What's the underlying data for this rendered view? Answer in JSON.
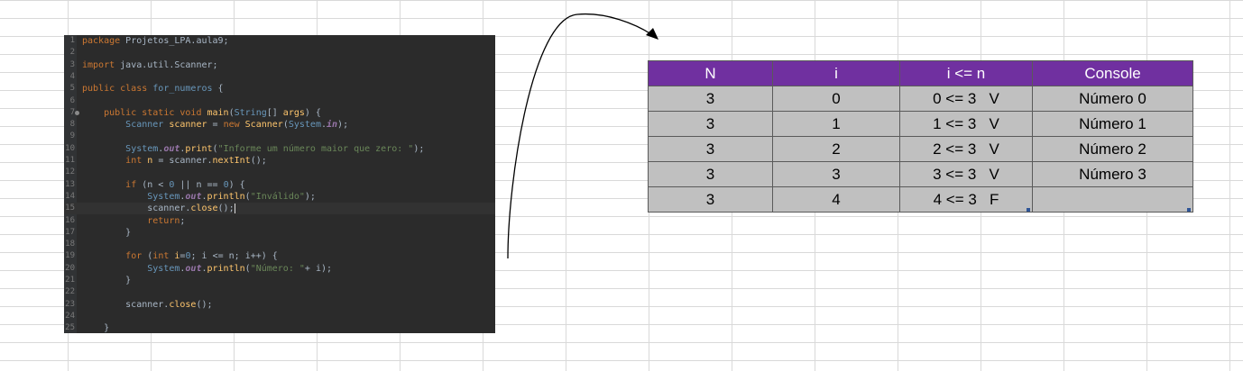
{
  "code": {
    "lines": [
      {
        "n": "1",
        "tokens": [
          [
            "kw",
            "package "
          ],
          [
            "plain",
            "Projetos_LPA.aula9;"
          ]
        ]
      },
      {
        "n": "2",
        "tokens": []
      },
      {
        "n": "3",
        "tokens": [
          [
            "kw",
            "import "
          ],
          [
            "plain",
            "java.util.Scanner;"
          ]
        ]
      },
      {
        "n": "4",
        "tokens": []
      },
      {
        "n": "5",
        "tokens": [
          [
            "kw",
            "public class "
          ],
          [
            "ty",
            "for_numeros "
          ],
          [
            "plain",
            "{"
          ]
        ]
      },
      {
        "n": "6",
        "tokens": []
      },
      {
        "n": "7",
        "marker": true,
        "tokens": [
          [
            "plain",
            "    "
          ],
          [
            "kw",
            "public static void "
          ],
          [
            "fn",
            "main"
          ],
          [
            "plain",
            "("
          ],
          [
            "ty",
            "String"
          ],
          [
            "plain",
            "[] "
          ],
          [
            "fn",
            "args"
          ],
          [
            "plain",
            ") {"
          ]
        ]
      },
      {
        "n": "8",
        "tokens": [
          [
            "plain",
            "        "
          ],
          [
            "ty",
            "Scanner "
          ],
          [
            "fn",
            "scanner "
          ],
          [
            "plain",
            "= "
          ],
          [
            "kw",
            "new "
          ],
          [
            "fn",
            "Scanner"
          ],
          [
            "plain",
            "("
          ],
          [
            "ty",
            "System"
          ],
          [
            "plain",
            "."
          ],
          [
            "fld",
            "in"
          ],
          [
            "plain",
            ");"
          ]
        ]
      },
      {
        "n": "9",
        "tokens": []
      },
      {
        "n": "10",
        "tokens": [
          [
            "plain",
            "        "
          ],
          [
            "ty",
            "System"
          ],
          [
            "plain",
            "."
          ],
          [
            "fld",
            "out"
          ],
          [
            "plain",
            "."
          ],
          [
            "fn",
            "print"
          ],
          [
            "plain",
            "("
          ],
          [
            "st",
            "\"Informe um número maior que zero: \""
          ],
          [
            "plain",
            ");"
          ]
        ]
      },
      {
        "n": "11",
        "tokens": [
          [
            "plain",
            "        "
          ],
          [
            "kw",
            "int "
          ],
          [
            "fn",
            "n "
          ],
          [
            "plain",
            "= scanner."
          ],
          [
            "fn",
            "nextInt"
          ],
          [
            "plain",
            "();"
          ]
        ]
      },
      {
        "n": "12",
        "tokens": []
      },
      {
        "n": "13",
        "tokens": [
          [
            "plain",
            "        "
          ],
          [
            "kw",
            "if "
          ],
          [
            "plain",
            "(n < "
          ],
          [
            "num",
            "0"
          ],
          [
            "plain",
            " || n == "
          ],
          [
            "num",
            "0"
          ],
          [
            "plain",
            ") {"
          ]
        ]
      },
      {
        "n": "14",
        "tokens": [
          [
            "plain",
            "            "
          ],
          [
            "ty",
            "System"
          ],
          [
            "plain",
            "."
          ],
          [
            "fld",
            "out"
          ],
          [
            "plain",
            "."
          ],
          [
            "fn",
            "println"
          ],
          [
            "plain",
            "("
          ],
          [
            "st",
            "\"Inválido\""
          ],
          [
            "plain",
            ");"
          ]
        ]
      },
      {
        "n": "15",
        "current": true,
        "tokens": [
          [
            "plain",
            "            scanner."
          ],
          [
            "fn",
            "close"
          ],
          [
            "plain",
            "();"
          ]
        ]
      },
      {
        "n": "16",
        "tokens": [
          [
            "plain",
            "            "
          ],
          [
            "kw",
            "return"
          ],
          [
            "plain",
            ";"
          ]
        ]
      },
      {
        "n": "17",
        "tokens": [
          [
            "plain",
            "        }"
          ]
        ]
      },
      {
        "n": "18",
        "tokens": []
      },
      {
        "n": "19",
        "tokens": [
          [
            "plain",
            "        "
          ],
          [
            "kw",
            "for "
          ],
          [
            "plain",
            "("
          ],
          [
            "kw",
            "int "
          ],
          [
            "fn",
            "i"
          ],
          [
            "plain",
            "="
          ],
          [
            "num",
            "0"
          ],
          [
            "plain",
            "; i <= n; i++) {"
          ]
        ]
      },
      {
        "n": "20",
        "tokens": [
          [
            "plain",
            "            "
          ],
          [
            "ty",
            "System"
          ],
          [
            "plain",
            "."
          ],
          [
            "fld",
            "out"
          ],
          [
            "plain",
            "."
          ],
          [
            "fn",
            "println"
          ],
          [
            "plain",
            "("
          ],
          [
            "st",
            "\"Número: \""
          ],
          [
            "plain",
            "+ i);"
          ]
        ]
      },
      {
        "n": "21",
        "tokens": [
          [
            "plain",
            "        }"
          ]
        ]
      },
      {
        "n": "22",
        "tokens": []
      },
      {
        "n": "23",
        "tokens": [
          [
            "plain",
            "        scanner."
          ],
          [
            "fn",
            "close"
          ],
          [
            "plain",
            "();"
          ]
        ]
      },
      {
        "n": "24",
        "tokens": []
      },
      {
        "n": "25",
        "tokens": [
          [
            "plain",
            "    }"
          ]
        ]
      }
    ]
  },
  "table": {
    "headers": [
      "N",
      "i",
      "i <= n",
      "Console"
    ],
    "rows": [
      [
        "3",
        "0",
        "0 <= 3   V",
        "Número 0"
      ],
      [
        "3",
        "1",
        "1 <= 3   V",
        "Número 1"
      ],
      [
        "3",
        "2",
        "2 <= 3   V",
        "Número 2"
      ],
      [
        "3",
        "3",
        "3 <= 3   V",
        "Número 3"
      ],
      [
        "3",
        "4",
        "4 <= 3   F",
        ""
      ]
    ]
  },
  "colors": {
    "header_bg": "#7030a0",
    "cell_bg": "#c0c0c0",
    "editor_bg": "#2b2b2b"
  }
}
